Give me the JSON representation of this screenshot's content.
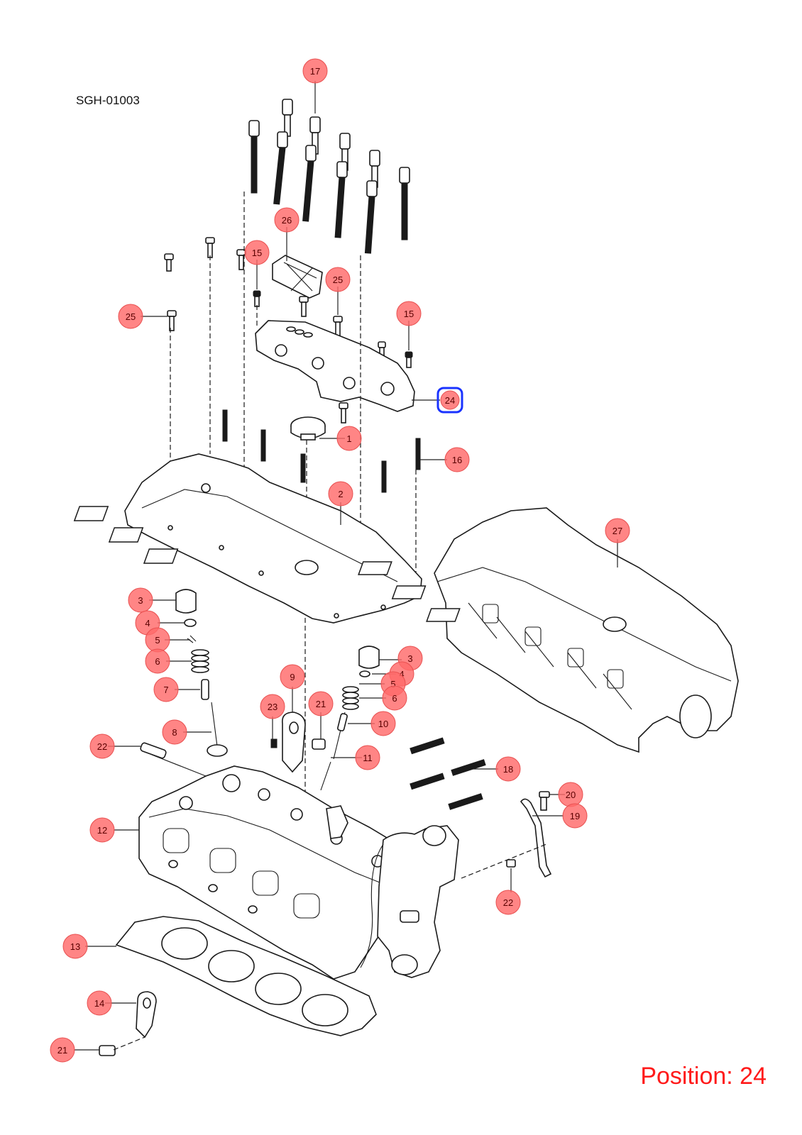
{
  "diagram_code": "SGH-01003",
  "position_text": "Position: 24",
  "selected": "24",
  "colors": {
    "callout": "#ff6a6a",
    "selected_ring": "#1a33ff",
    "position_text": "#ff1a1a"
  },
  "callouts": [
    {
      "label": "17"
    },
    {
      "label": "26"
    },
    {
      "label": "15"
    },
    {
      "label": "25"
    },
    {
      "label": "25"
    },
    {
      "label": "15"
    },
    {
      "label": "24"
    },
    {
      "label": "1"
    },
    {
      "label": "16"
    },
    {
      "label": "2"
    },
    {
      "label": "27"
    },
    {
      "label": "3"
    },
    {
      "label": "4"
    },
    {
      "label": "5"
    },
    {
      "label": "6"
    },
    {
      "label": "7"
    },
    {
      "label": "8"
    },
    {
      "label": "3"
    },
    {
      "label": "4"
    },
    {
      "label": "5"
    },
    {
      "label": "6"
    },
    {
      "label": "9"
    },
    {
      "label": "23"
    },
    {
      "label": "21"
    },
    {
      "label": "10"
    },
    {
      "label": "11"
    },
    {
      "label": "22"
    },
    {
      "label": "18"
    },
    {
      "label": "20"
    },
    {
      "label": "19"
    },
    {
      "label": "12"
    },
    {
      "label": "22"
    },
    {
      "label": "13"
    },
    {
      "label": "14"
    },
    {
      "label": "21"
    }
  ]
}
